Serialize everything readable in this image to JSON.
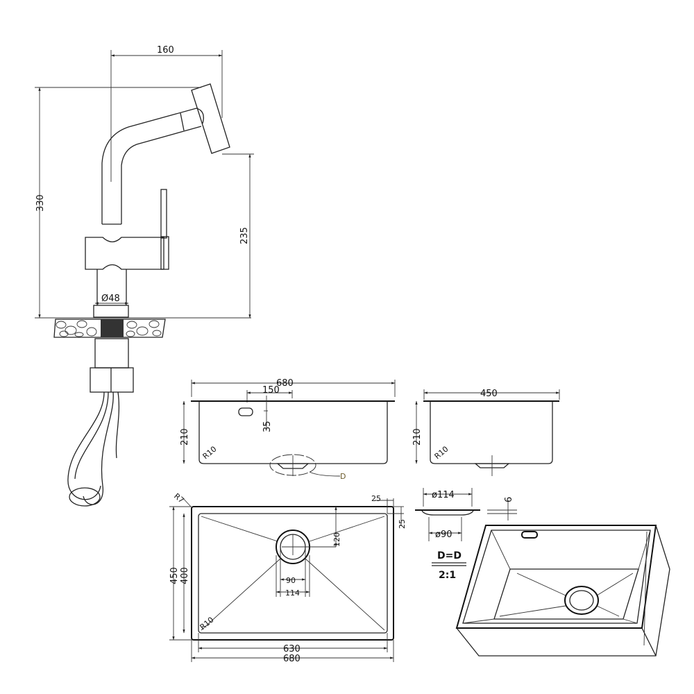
{
  "faucet": {
    "width_dim": "160",
    "height_dim": "330",
    "spout_height_dim": "235",
    "base_diameter": "Ø48"
  },
  "sink_front": {
    "width_dim": "680",
    "overflow_offset": "150",
    "overflow_drop": "35",
    "depth_dim": "210",
    "radius": "R10",
    "detail_marker": "D"
  },
  "sink_side": {
    "width_dim": "450",
    "depth_dim": "210",
    "radius": "R10"
  },
  "sink_top": {
    "rim_radius": "R7",
    "rim_top": "25",
    "rim_right": "25",
    "drain_offset": "120",
    "drain_inner": "90",
    "drain_outer": "114",
    "outer_height": "450",
    "inner_height": "400",
    "inner_width": "630",
    "outer_width": "680",
    "corner_radius": "R10"
  },
  "drain_detail": {
    "outer_diameter": "ø114",
    "inner_diameter": "ø90",
    "thickness": "6",
    "title": "D=D",
    "scale": "2:1"
  }
}
